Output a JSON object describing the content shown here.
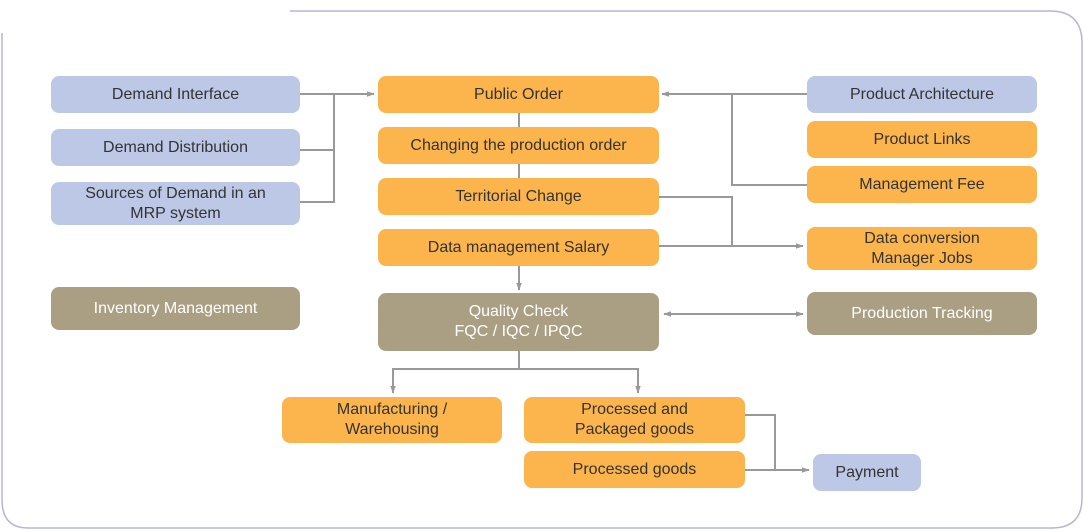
{
  "title": "MRP production flow diagram",
  "colors": {
    "input_node": "#bdc8e6",
    "process_node": "#fcb54c",
    "control_node": "#ab9f83",
    "connector": "#999999",
    "frame": "#b7b3dd"
  },
  "nodes": {
    "demand_interface": "Demand Interface",
    "demand_distribution": "Demand Distribution",
    "sources_of_demand": "Sources of Demand in an\nMRP system",
    "inventory_management": "Inventory Management",
    "public_order": "Public Order",
    "changing_production_order": "Changing the production order",
    "territorial_change": "Territorial Change",
    "data_management_salary": "Data management Salary",
    "quality_check": "Quality Check\nFQC / IQC / IPQC",
    "product_architecture": "Product Architecture",
    "product_links": "Product Links",
    "management_fee": "Management Fee",
    "data_conversion": "Data conversion\nManager Jobs",
    "production_tracking": "Production Tracking",
    "manufacturing_warehousing": "Manufacturing /\nWarehousing",
    "processed_packaged_goods": "Processed and\nPackaged goods",
    "processed_goods": "Processed goods",
    "payment": "Payment"
  },
  "edges": [
    {
      "from": "Demand Interface",
      "to": "Public Order"
    },
    {
      "from": "Demand Distribution",
      "to": "Public Order"
    },
    {
      "from": "Sources of Demand in an MRP system",
      "to": "Public Order"
    },
    {
      "from": "Product Architecture",
      "to": "Public Order"
    },
    {
      "from": "Management Fee",
      "to": "Public Order"
    },
    {
      "from": "Public Order",
      "to": "Changing the production order"
    },
    {
      "from": "Changing the production order",
      "to": "Territorial Change"
    },
    {
      "from": "Territorial Change",
      "to": "Data conversion Manager Jobs"
    },
    {
      "from": "Data management Salary",
      "to": "Data conversion Manager Jobs"
    },
    {
      "from": "Data management Salary",
      "to": "Quality Check"
    },
    {
      "from": "Quality Check",
      "to": "Production Tracking",
      "bidirectional": true
    },
    {
      "from": "Quality Check",
      "to": "Manufacturing / Warehousing"
    },
    {
      "from": "Quality Check",
      "to": "Processed and Packaged goods"
    },
    {
      "from": "Processed and Packaged goods",
      "to": "Payment"
    },
    {
      "from": "Processed goods",
      "to": "Payment"
    }
  ]
}
